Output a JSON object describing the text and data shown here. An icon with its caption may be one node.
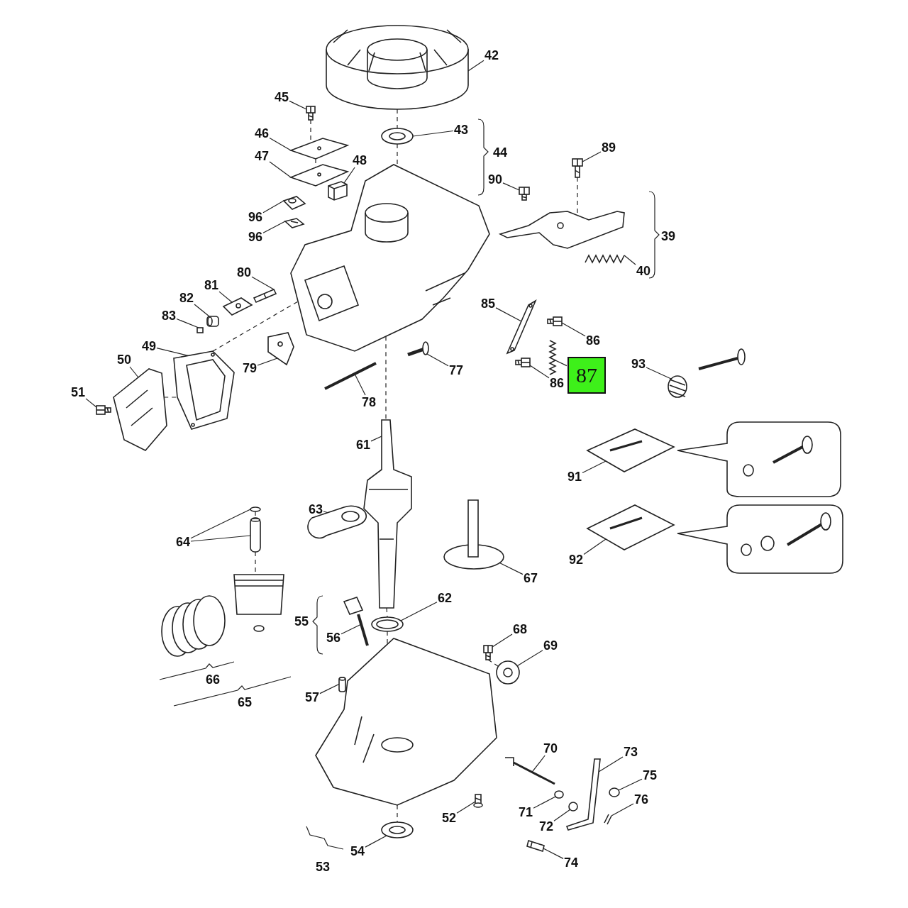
{
  "diagram": {
    "nodes": [
      {
        "text": [
          "42"
        ]
      },
      {
        "text": [
          "45"
        ]
      },
      {
        "text": [
          "43"
        ]
      },
      {
        "text": [
          "46"
        ]
      },
      {
        "text": [
          "47"
        ]
      },
      {
        "text": [
          "48"
        ]
      },
      {
        "text": [
          "96"
        ]
      },
      {
        "text": [
          "96"
        ]
      },
      {
        "text": [
          "89"
        ]
      },
      {
        "text": [
          "90"
        ]
      },
      {
        "text": [
          "40"
        ]
      },
      {
        "text": [
          "80"
        ]
      },
      {
        "text": [
          "81"
        ]
      },
      {
        "text": [
          "82"
        ]
      },
      {
        "text": [
          "83"
        ]
      },
      {
        "text": [
          "85"
        ]
      },
      {
        "text": [
          "86"
        ]
      },
      {
        "text": [
          "49"
        ]
      },
      {
        "text": [
          "50"
        ]
      },
      {
        "text": [
          "93"
        ]
      },
      {
        "text": [
          "79"
        ]
      },
      {
        "text": [
          "77"
        ]
      },
      {
        "text": [
          "87"
        ]
      },
      {
        "text": [
          "86"
        ]
      },
      {
        "text": [
          "51"
        ]
      },
      {
        "text": [
          "78"
        ]
      },
      {
        "text": [
          "61"
        ]
      },
      {
        "text": [
          "91"
        ]
      },
      {
        "text": [
          "63"
        ]
      },
      {
        "text": [
          "64"
        ]
      },
      {
        "text": [
          "92"
        ]
      },
      {
        "text": [
          "67"
        ]
      },
      {
        "text": [
          "62"
        ]
      },
      {
        "text": [
          "68"
        ]
      },
      {
        "text": [
          "56"
        ]
      },
      {
        "text": [
          "69"
        ]
      },
      {
        "text": [
          "57"
        ]
      },
      {
        "text": [
          "70"
        ]
      },
      {
        "text": [
          "73"
        ]
      },
      {
        "text": [
          "75"
        ]
      },
      {
        "text": [
          "76"
        ]
      },
      {
        "text": [
          "71"
        ]
      },
      {
        "text": [
          "52"
        ]
      },
      {
        "text": [
          "72"
        ]
      },
      {
        "text": [
          "54"
        ]
      },
      {
        "text": [
          "74"
        ]
      },
      {
        "text": [],
        "shape": "picture"
      },
      {
        "text": [],
        "shape": "picture"
      },
      {
        "text": [],
        "shape": "picture"
      },
      {
        "text": [],
        "shape": "picture"
      },
      {
        "text": [],
        "shape": "picture"
      },
      {
        "text": [],
        "shape": "picture"
      },
      {
        "text": [],
        "shape": "picture"
      },
      {
        "text": [],
        "shape": "picture"
      },
      {
        "text": [],
        "shape": "picture"
      },
      {
        "text": [],
        "shape": "picture"
      },
      {
        "text": [],
        "shape": "picture"
      },
      {
        "text": [],
        "shape": "picture"
      },
      {
        "text": [],
        "shape": "picture"
      },
      {
        "text": [],
        "shape": "picture"
      },
      {
        "text": [],
        "shape": "picture"
      },
      {
        "text": [],
        "shape": "picture"
      },
      {
        "text": [],
        "shape": "box"
      },
      {
        "text": [],
        "shape": "picture"
      },
      {
        "text": [],
        "shape": "picture"
      },
      {
        "text": [],
        "shape": "picture"
      },
      {
        "text": [],
        "shape": "picture"
      },
      {
        "text": [],
        "shape": "picture"
      },
      {
        "text": [],
        "shape": "picture"
      },
      {
        "text": [],
        "shape": "picture"
      },
      {
        "text": [],
        "shape": "picture"
      },
      {
        "text": [],
        "shape": "picture"
      },
      {
        "text": [],
        "shape": "picture"
      },
      {
        "text": [],
        "shape": "picture"
      },
      {
        "text": [],
        "shape": "picture"
      },
      {
        "text": [],
        "shape": "picture"
      },
      {
        "text": [],
        "shape": "picture"
      },
      {
        "text": [],
        "shape": "circle"
      },
      {
        "text": [],
        "shape": "picture"
      },
      {
        "text": [],
        "shape": "picture"
      },
      {
        "text": [],
        "shape": "picture"
      },
      {
        "text": [],
        "shape": "picture"
      },
      {
        "text": [],
        "shape": "picture"
      },
      {
        "text": [],
        "shape": "circle"
      },
      {
        "text": [],
        "shape": "picture"
      },
      {
        "text": [],
        "shape": "picture"
      },
      {
        "text": [],
        "shape": "picture"
      },
      {
        "text": [],
        "shape": "picture"
      },
      {
        "text": [],
        "shape": "picture"
      },
      {
        "text": [],
        "shape": "picture"
      },
      {
        "text": [],
        "shape": "picture"
      },
      {
        "text": [],
        "shape": "picture"
      },
      {
        "text": [],
        "shape": "circle"
      },
      {
        "text": [],
        "shape": "picture"
      },
      {
        "text": [],
        "shape": "circle"
      },
      {
        "text": [],
        "shape": "picture"
      },
      {
        "text": [],
        "shape": "circle"
      },
      {
        "text": [],
        "shape": "picture"
      },
      {
        "text": [],
        "shape": "picture"
      },
      {
        "text": [],
        "shape": "picture"
      },
      {
        "text": [],
        "shape": "picture"
      }
    ],
    "edges": [
      {
        "from": 0,
        "to": 46,
        "arrow": "none"
      },
      {
        "from": 1,
        "to": 47,
        "arrow": "none"
      },
      {
        "from": 2,
        "to": 48,
        "arrow": "none"
      },
      {
        "from": 3,
        "to": 49,
        "arrow": "none"
      },
      {
        "from": 4,
        "to": 50,
        "arrow": "none"
      },
      {
        "from": 5,
        "to": 51,
        "arrow": "none"
      },
      {
        "from": 6,
        "to": 53,
        "arrow": "none"
      },
      {
        "from": 7,
        "to": 56,
        "arrow": "none"
      },
      {
        "from": 8,
        "to": 52,
        "arrow": "none"
      },
      {
        "from": 9,
        "to": 54,
        "arrow": "none"
      },
      {
        "from": 10,
        "to": 58,
        "arrow": "none"
      },
      {
        "from": 11,
        "to": 59,
        "arrow": "none"
      },
      {
        "from": 12,
        "to": 60,
        "arrow": "none"
      },
      {
        "from": 13,
        "to": 61,
        "arrow": "none"
      },
      {
        "from": 14,
        "to": 62,
        "arrow": "none"
      },
      {
        "from": 15,
        "to": 63,
        "arrow": "none"
      },
      {
        "from": 16,
        "to": 64,
        "arrow": "none"
      },
      {
        "from": 17,
        "to": 65,
        "arrow": "none"
      },
      {
        "from": 18,
        "to": 66,
        "arrow": "none"
      },
      {
        "from": 19,
        "to": 71,
        "arrow": "none"
      },
      {
        "from": 20,
        "to": 67,
        "arrow": "none"
      },
      {
        "from": 21,
        "to": 68,
        "arrow": "none"
      },
      {
        "from": 22,
        "to": 69,
        "arrow": "none"
      },
      {
        "from": 23,
        "to": 70,
        "arrow": "none"
      },
      {
        "from": 24,
        "to": 72,
        "arrow": "none"
      },
      {
        "from": 25,
        "to": 73,
        "arrow": "none"
      },
      {
        "from": 26,
        "to": 74,
        "arrow": "none"
      },
      {
        "from": 27,
        "to": 75,
        "arrow": "none"
      },
      {
        "from": 28,
        "to": 76,
        "arrow": "none"
      },
      {
        "from": 29,
        "to": 77,
        "arrow": "none"
      },
      {
        "from": 29,
        "to": 78,
        "arrow": "none"
      },
      {
        "from": 30,
        "to": 79,
        "arrow": "none"
      },
      {
        "from": 31,
        "to": 80,
        "arrow": "none"
      },
      {
        "from": 32,
        "to": 84,
        "arrow": "none"
      },
      {
        "from": 33,
        "to": 85,
        "arrow": "none"
      },
      {
        "from": 34,
        "to": 86,
        "arrow": "none"
      },
      {
        "from": 35,
        "to": 87,
        "arrow": "none"
      },
      {
        "from": 36,
        "to": 88,
        "arrow": "none"
      },
      {
        "from": 37,
        "to": 90,
        "arrow": "none"
      },
      {
        "from": 38,
        "to": 91,
        "arrow": "none"
      },
      {
        "from": 39,
        "to": 92,
        "arrow": "none"
      },
      {
        "from": 40,
        "to": 93,
        "arrow": "none"
      },
      {
        "from": 41,
        "to": 94,
        "arrow": "none"
      },
      {
        "from": 42,
        "to": 95,
        "arrow": "none"
      },
      {
        "from": 43,
        "to": 96,
        "arrow": "none"
      },
      {
        "from": 44,
        "to": 97,
        "arrow": "none"
      },
      {
        "from": 45,
        "to": 98,
        "arrow": "none"
      },
      {
        "from": 46,
        "to": 48,
        "arrow": "none",
        "style": "dashed"
      },
      {
        "from": 48,
        "to": 55,
        "arrow": "none",
        "style": "dashed"
      },
      {
        "from": 55,
        "to": 74,
        "arrow": "none",
        "style": "dashed"
      },
      {
        "from": 74,
        "to": 84,
        "arrow": "none",
        "style": "dashed"
      },
      {
        "from": 84,
        "to": 89,
        "arrow": "none",
        "style": "dashed"
      },
      {
        "from": 89,
        "to": 97,
        "arrow": "none",
        "style": "dashed"
      },
      {
        "from": 47,
        "to": 49,
        "arrow": "none",
        "style": "dashed"
      },
      {
        "from": 49,
        "to": 50,
        "arrow": "none",
        "style": "dashed"
      },
      {
        "from": 52,
        "to": 57,
        "arrow": "none",
        "style": "dashed"
      },
      {
        "from": 77,
        "to": 78,
        "arrow": "none",
        "style": "dashed"
      },
      {
        "from": 78,
        "to": 81,
        "arrow": "none",
        "style": "dashed"
      },
      {
        "from": 85,
        "to": 87,
        "arrow": "none",
        "style": "dashed"
      },
      {
        "from": 66,
        "to": 65,
        "arrow": "none",
        "style": "dashed"
      },
      {
        "from": 65,
        "to": 55,
        "arrow": "none",
        "style": "dashed"
      }
    ],
    "labels": [
      "44",
      "39",
      "55",
      "66",
      "65",
      "53"
    ]
  }
}
